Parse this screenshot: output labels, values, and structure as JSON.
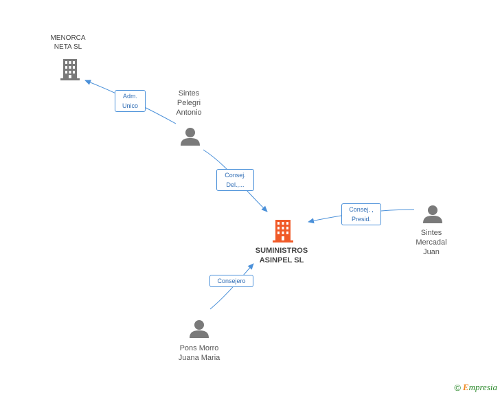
{
  "nodes": {
    "menorca": {
      "lines": [
        "MENORCA",
        "NETA SL"
      ],
      "type": "company"
    },
    "sintes_pelegri": {
      "lines": [
        "Sintes",
        "Pelegri",
        "Antonio"
      ],
      "type": "person"
    },
    "suministros": {
      "lines": [
        "SUMINISTROS",
        "ASINPEL SL"
      ],
      "type": "main-company"
    },
    "sintes_mercadal": {
      "lines": [
        "Sintes",
        "Mercadal",
        "Juan"
      ],
      "type": "person"
    },
    "pons_morro": {
      "lines": [
        "Pons Morro",
        "Juana Maria"
      ],
      "type": "person"
    }
  },
  "edges": {
    "adm_unico": {
      "lines": [
        "Adm.",
        "Unico"
      ]
    },
    "consej_del": {
      "lines": [
        "Consej.",
        "Del.,..."
      ]
    },
    "consej_presid": {
      "lines": [
        "Consej. ,",
        "Presid."
      ]
    },
    "consejero": {
      "lines": [
        "Consejero"
      ]
    }
  },
  "colors": {
    "edge": "#4a90d9",
    "person_icon": "#7a7a7a",
    "company_icon": "#7a7a7a",
    "main_company_icon": "#f05a28"
  },
  "footer": {
    "copyright": "©",
    "brand_initial": "E",
    "brand_rest": "mpresia"
  }
}
